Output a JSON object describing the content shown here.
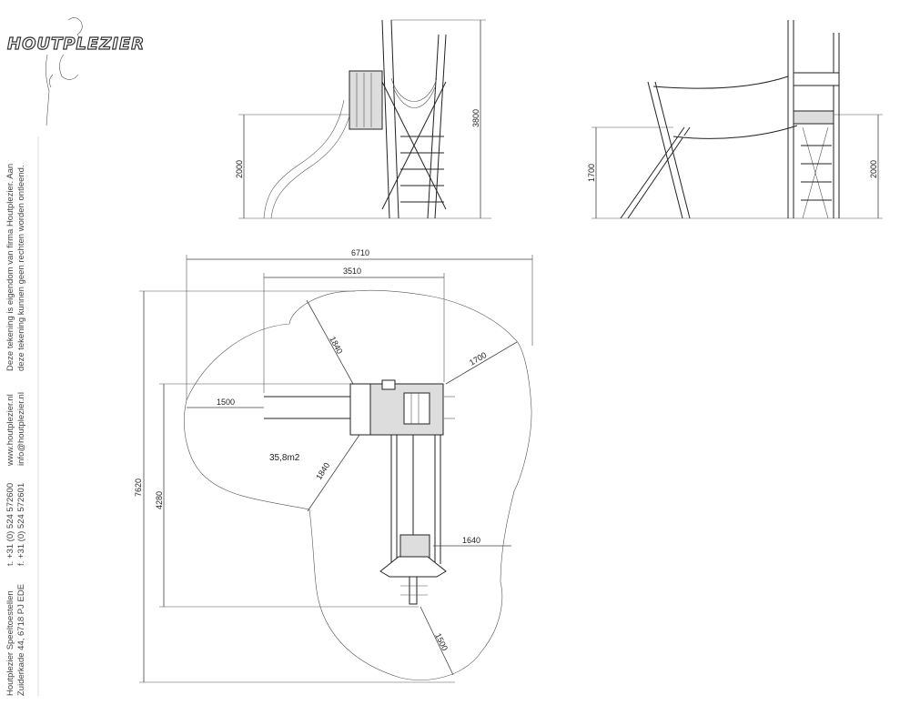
{
  "company": {
    "logo_text": "HOUTPLEZIER",
    "name": "Houtplezier Speeltoestellen",
    "address": "Zuiderkade 44, 6718 PJ EDE",
    "phone": "t. +31 (0) 524 572600",
    "fax": "f. +31 (0) 524 572601",
    "website": "www.houtplezier.nl",
    "email": "info@houtplezier.nl",
    "disclaimer_1": "Deze tekening is eigendom van firma Houtplezier. Aan",
    "disclaimer_2": "deze tekening kunnen geen rechten worden ontleend."
  },
  "side_view_left": {
    "height_platform": "2000",
    "height_total": "3800"
  },
  "side_view_right": {
    "height_ladder": "1700",
    "height_platform": "2000"
  },
  "plan_view": {
    "width_total": "6710",
    "width_part": "3510",
    "depth_total": "7620",
    "depth_part": "4280",
    "zone_1": "1840",
    "zone_2": "1700",
    "zone_3": "1500",
    "zone_4": "1840",
    "zone_5": "1640",
    "zone_6": "1500",
    "area": "35,8m2"
  }
}
